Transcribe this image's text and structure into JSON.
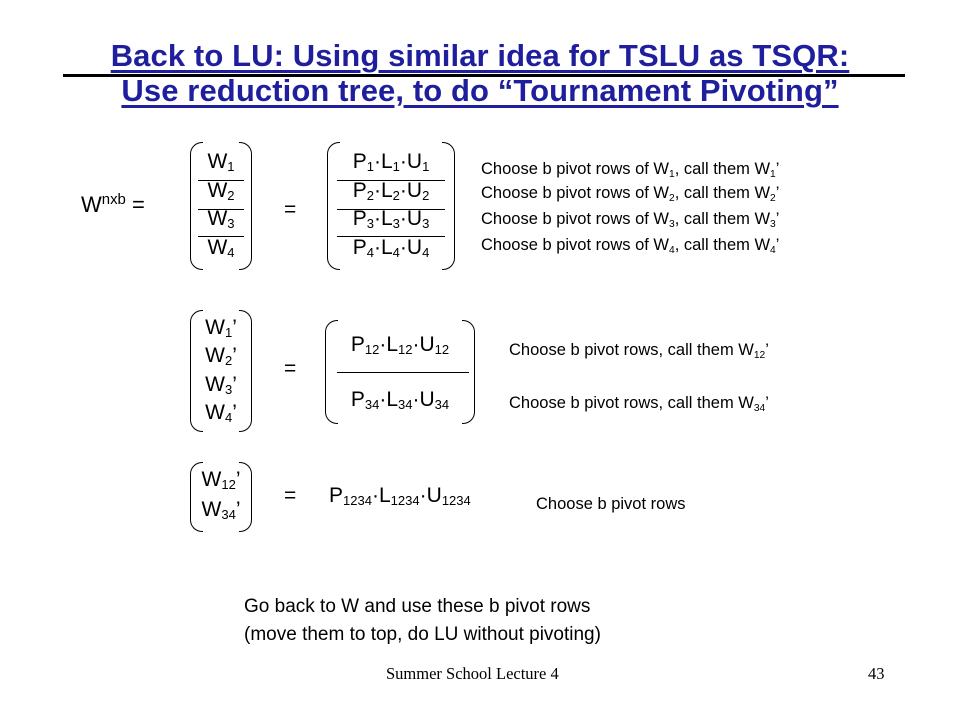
{
  "title": {
    "line1": "Back to LU: Using similar idea for TSLU as TSQR:",
    "line2": "Use reduction tree, to do “Tournament Pivoting”"
  },
  "step1": {
    "lhs": "W",
    "lhs_sup": "nxb",
    "lhs_eq": " =",
    "w_blocks": [
      {
        "base": "W",
        "sub": "1"
      },
      {
        "base": "W",
        "sub": "2"
      },
      {
        "base": "W",
        "sub": "3"
      },
      {
        "base": "W",
        "sub": "4"
      }
    ],
    "eq": "=",
    "factors": [
      {
        "p": "P",
        "l": "L",
        "u": "U",
        "sub": "1"
      },
      {
        "p": "P",
        "l": "L",
        "u": "U",
        "sub": "2"
      },
      {
        "p": "P",
        "l": "L",
        "u": "U",
        "sub": "3"
      },
      {
        "p": "P",
        "l": "L",
        "u": "U",
        "sub": "4"
      }
    ],
    "notes": [
      {
        "pre": "Choose b pivot rows of W",
        "sub1": "1",
        "mid": ", call them W",
        "sub2": "1",
        "post": "’"
      },
      {
        "pre": "Choose b pivot rows of W",
        "sub1": "2",
        "mid": ", call them W",
        "sub2": "2",
        "post": "’"
      },
      {
        "pre": "Choose b pivot rows of W",
        "sub1": "3",
        "mid": ", call them W",
        "sub2": "3",
        "post": "’"
      },
      {
        "pre": "Choose b pivot rows of W",
        "sub1": "4",
        "mid": ", call them W",
        "sub2": "4",
        "post": "’"
      }
    ]
  },
  "step2": {
    "w_blocks": [
      {
        "base": "W",
        "sub": "1",
        "prime": "’"
      },
      {
        "base": "W",
        "sub": "2",
        "prime": "’"
      },
      {
        "base": "W",
        "sub": "3",
        "prime": "’"
      },
      {
        "base": "W",
        "sub": "4",
        "prime": "’"
      }
    ],
    "eq": "=",
    "factors": [
      {
        "p": "P",
        "l": "L",
        "u": "U",
        "sub": "12"
      },
      {
        "p": "P",
        "l": "L",
        "u": "U",
        "sub": "34"
      }
    ],
    "notes": [
      {
        "pre": "Choose b pivot rows, call them W",
        "sub": "12",
        "post": "’"
      },
      {
        "pre": "Choose b pivot rows, call them W",
        "sub": "34",
        "post": "’"
      }
    ]
  },
  "step3": {
    "w_blocks": [
      {
        "base": "W",
        "sub": "12",
        "prime": "’"
      },
      {
        "base": "W",
        "sub": "34",
        "prime": "’"
      }
    ],
    "eq": "=",
    "factor": {
      "p": "P",
      "l": "L",
      "u": "U",
      "sub": "1234"
    },
    "note": "Choose b pivot rows"
  },
  "conclusion": {
    "line1": "Go back to W and use these b pivot rows",
    "line2": "(move them to top, do LU without pivoting)"
  },
  "footer": {
    "label": "Summer School Lecture 4",
    "page": "43"
  },
  "colors": {
    "title": "#1f1f9e"
  }
}
